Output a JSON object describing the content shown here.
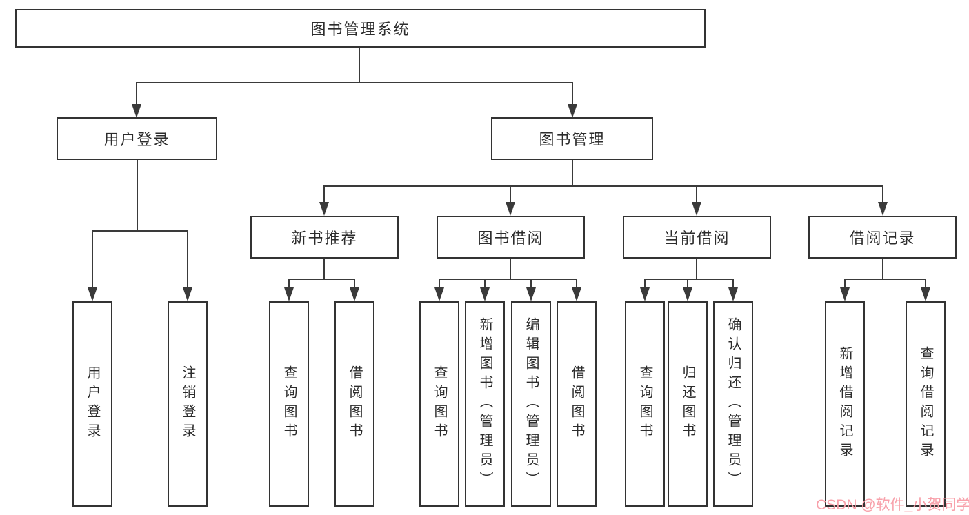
{
  "diagram": {
    "watermark": "CSDN @软件_小贺同学",
    "colors": {
      "line": "#3a3a3a",
      "box_border": "#333333",
      "text": "#2c2c2c",
      "watermark": "#f8a0aa",
      "background": "#ffffff"
    },
    "tree": {
      "root": {
        "label": "图书管理系统",
        "children": [
          {
            "label": "用户登录",
            "children": [
              {
                "label": "用户登录"
              },
              {
                "label": "注销登录"
              }
            ]
          },
          {
            "label": "图书管理",
            "children": [
              {
                "label": "新书推荐",
                "children": [
                  {
                    "label": "查询图书"
                  },
                  {
                    "label": "借阅图书"
                  }
                ]
              },
              {
                "label": "图书借阅",
                "children": [
                  {
                    "label": "查询图书"
                  },
                  {
                    "label": "新增图书（管理员）"
                  },
                  {
                    "label": "编辑图书（管理员）"
                  },
                  {
                    "label": "借阅图书"
                  }
                ]
              },
              {
                "label": "当前借阅",
                "children": [
                  {
                    "label": "查询图书"
                  },
                  {
                    "label": "归还图书"
                  },
                  {
                    "label": "确认归还（管理员）"
                  }
                ]
              },
              {
                "label": "借阅记录",
                "children": [
                  {
                    "label": "新增借阅记录"
                  },
                  {
                    "label": "查询借阅记录"
                  }
                ]
              }
            ]
          }
        ]
      }
    }
  }
}
